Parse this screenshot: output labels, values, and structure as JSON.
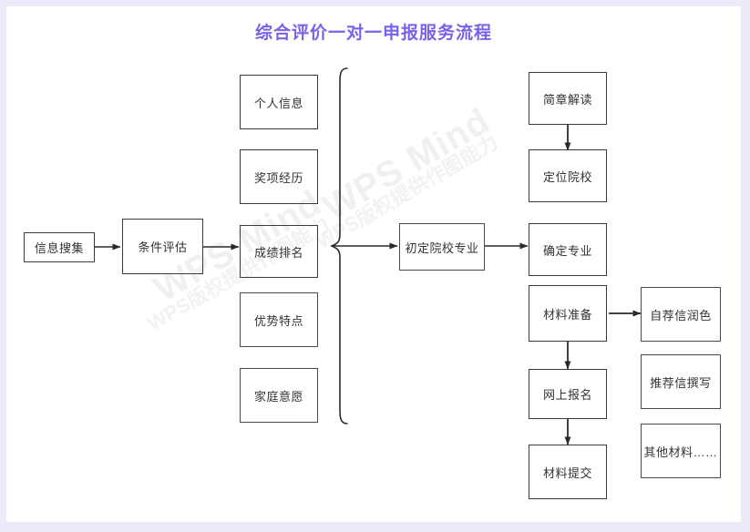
{
  "title": "综合评价一对一申报服务流程",
  "theme": {
    "title_color": "#7b61e8",
    "page_bg": "#eceaf8",
    "canvas_bg": "#ffffff",
    "node_border": "#3b3b3b",
    "node_text": "#333333",
    "connector": "#2b2b2b"
  },
  "watermark": {
    "primary": "WPS Mind",
    "secondary": "WPS版权提供作图能力"
  },
  "nodes": {
    "info_collect": {
      "label": "信息搜集"
    },
    "condition_eval": {
      "label": "条件评估"
    },
    "personal_info": {
      "label": "个人信息"
    },
    "award_history": {
      "label": "奖项经历"
    },
    "grade_rank": {
      "label": "成绩排名"
    },
    "strength_traits": {
      "label": "优势特点"
    },
    "family_wish": {
      "label": "家庭意愿"
    },
    "prelim_major": {
      "label": "初定院校专业"
    },
    "brochure_reading": {
      "label": "简章解读"
    },
    "locate_school": {
      "label": "定位院校"
    },
    "confirm_major": {
      "label": "确定专业"
    },
    "material_prep": {
      "label": "材料准备"
    },
    "online_apply": {
      "label": "网上报名"
    },
    "material_submit": {
      "label": "材料提交"
    },
    "self_rec_polish": {
      "label": "自荐信润色"
    },
    "rec_letter_write": {
      "label": "推荐信撰写"
    },
    "other_materials": {
      "label": "其他材料……"
    }
  },
  "flow": {
    "edges": [
      {
        "from": "信息搜集",
        "to": "条件评估",
        "type": "arrow"
      },
      {
        "from": "条件评估",
        "to": "成绩排名",
        "type": "arrow"
      },
      {
        "from": "分组大括号",
        "to": "初定院校专业",
        "type": "arrow"
      },
      {
        "from": "初定院校专业",
        "to": "确定专业",
        "type": "arrow"
      },
      {
        "from": "简章解读",
        "to": "定位院校",
        "type": "arrow"
      },
      {
        "from": "材料准备",
        "to": "自荐信润色",
        "type": "arrow"
      },
      {
        "from": "材料准备",
        "to": "网上报名",
        "type": "arrow"
      },
      {
        "from": "网上报名",
        "to": "材料提交",
        "type": "arrow"
      }
    ],
    "brace_group": [
      "个人信息",
      "奖项经历",
      "成绩排名",
      "优势特点",
      "家庭意愿"
    ]
  }
}
